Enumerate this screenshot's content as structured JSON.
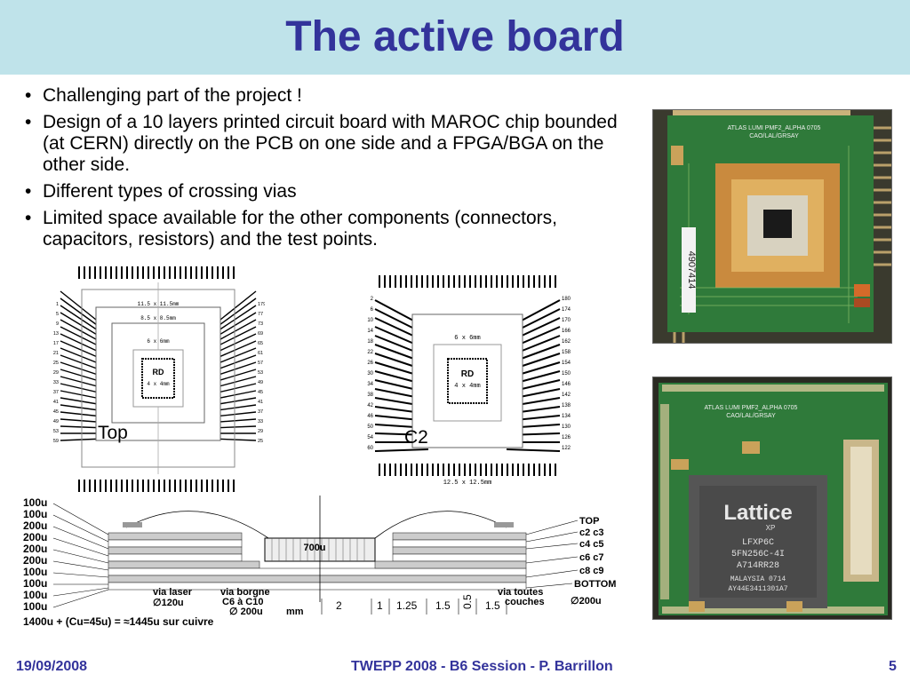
{
  "slide": {
    "title": "The active board",
    "bullets": [
      "Challenging part of the project !",
      "Design of a 10 layers printed circuit board with MAROC chip bounded (at CERN) directly on the PCB on one side and a FPGA/BGA on the other side.",
      "Different types of crossing vias",
      "Limited space available for the other components (connectors, capacitors, resistors) and the test points."
    ]
  },
  "top_photo": {
    "silkscreen_line1": "ATLAS LUMI PMF2_ALPHA 0705",
    "silkscreen_line2": "CAO/LAL/GRSAY",
    "side_label": "4907414"
  },
  "bottom_photo": {
    "silkscreen_line1": "ATLAS LUMI PMF2_ALPHA 0705",
    "silkscreen_line2": "CAO/LAL/GRSAY",
    "chip_brand": "Lattice",
    "chip_series": "XP",
    "chip_lines": [
      "LFXP6C",
      "5FN256C-4I",
      "A714RR28",
      "MALAYSIA 0714",
      "AY44E3411301A7"
    ]
  },
  "diagram_top": {
    "caption": "Top",
    "size_outer": "11.5 x 11.5mm",
    "size_mid": "8.5 x 8.5mm",
    "size_inner": "6 x 6mm",
    "die_label": "RD",
    "die_size": "4 x 4mm",
    "left_pins": [
      "1",
      "5",
      "9",
      "13",
      "17",
      "21",
      "25",
      "29",
      "33",
      "37",
      "41",
      "45",
      "49",
      "53",
      "59"
    ],
    "right_pins": [
      "179",
      "77",
      "73",
      "69",
      "65",
      "61",
      "57",
      "53",
      "49",
      "45",
      "41",
      "37",
      "33",
      "29",
      "25"
    ]
  },
  "diagram_c2": {
    "caption": "C2",
    "size_outer": "12.5 x 12.5mm",
    "size_inner": "6 x 6mm",
    "die_label": "RD",
    "die_size": "4 x 4mm",
    "left_pins": [
      "2",
      "6",
      "10",
      "14",
      "18",
      "22",
      "26",
      "30",
      "34",
      "38",
      "42",
      "46",
      "50",
      "54",
      "60"
    ],
    "right_pins": [
      "180",
      "174",
      "170",
      "166",
      "162",
      "158",
      "154",
      "150",
      "146",
      "142",
      "138",
      "134",
      "130",
      "126",
      "122"
    ]
  },
  "stackup": {
    "layer_thickness": [
      "100u",
      "100u",
      "200u",
      "200u",
      "200u",
      "200u",
      "100u",
      "100u",
      "100u",
      "100u"
    ],
    "layer_names": [
      "TOP",
      "c2 c3",
      "c4 c5",
      "c6 c7",
      "c8 c9",
      "BOTTOM"
    ],
    "cavity_label": "700u",
    "via_laser": "via laser",
    "via_laser_size": "∅120u",
    "via_borgne": "via borgne",
    "via_borgne_layers": "C6 à C10",
    "via_borgne_size": "∅ 200u",
    "via_toutes": "via toutes",
    "via_toutes_layers": "couches",
    "via_toutes_size": "∅200u",
    "unit": "mm",
    "dims": [
      "2",
      "1",
      "1.25",
      "1.5",
      "0.5",
      "1.5"
    ],
    "total": "1400u + (Cu=45u) = ≈1445u sur cuivre"
  },
  "footer": {
    "date": "19/09/2008",
    "event": "TWEPP 2008 - B6 Session - P. Barrillon",
    "page": "5"
  }
}
